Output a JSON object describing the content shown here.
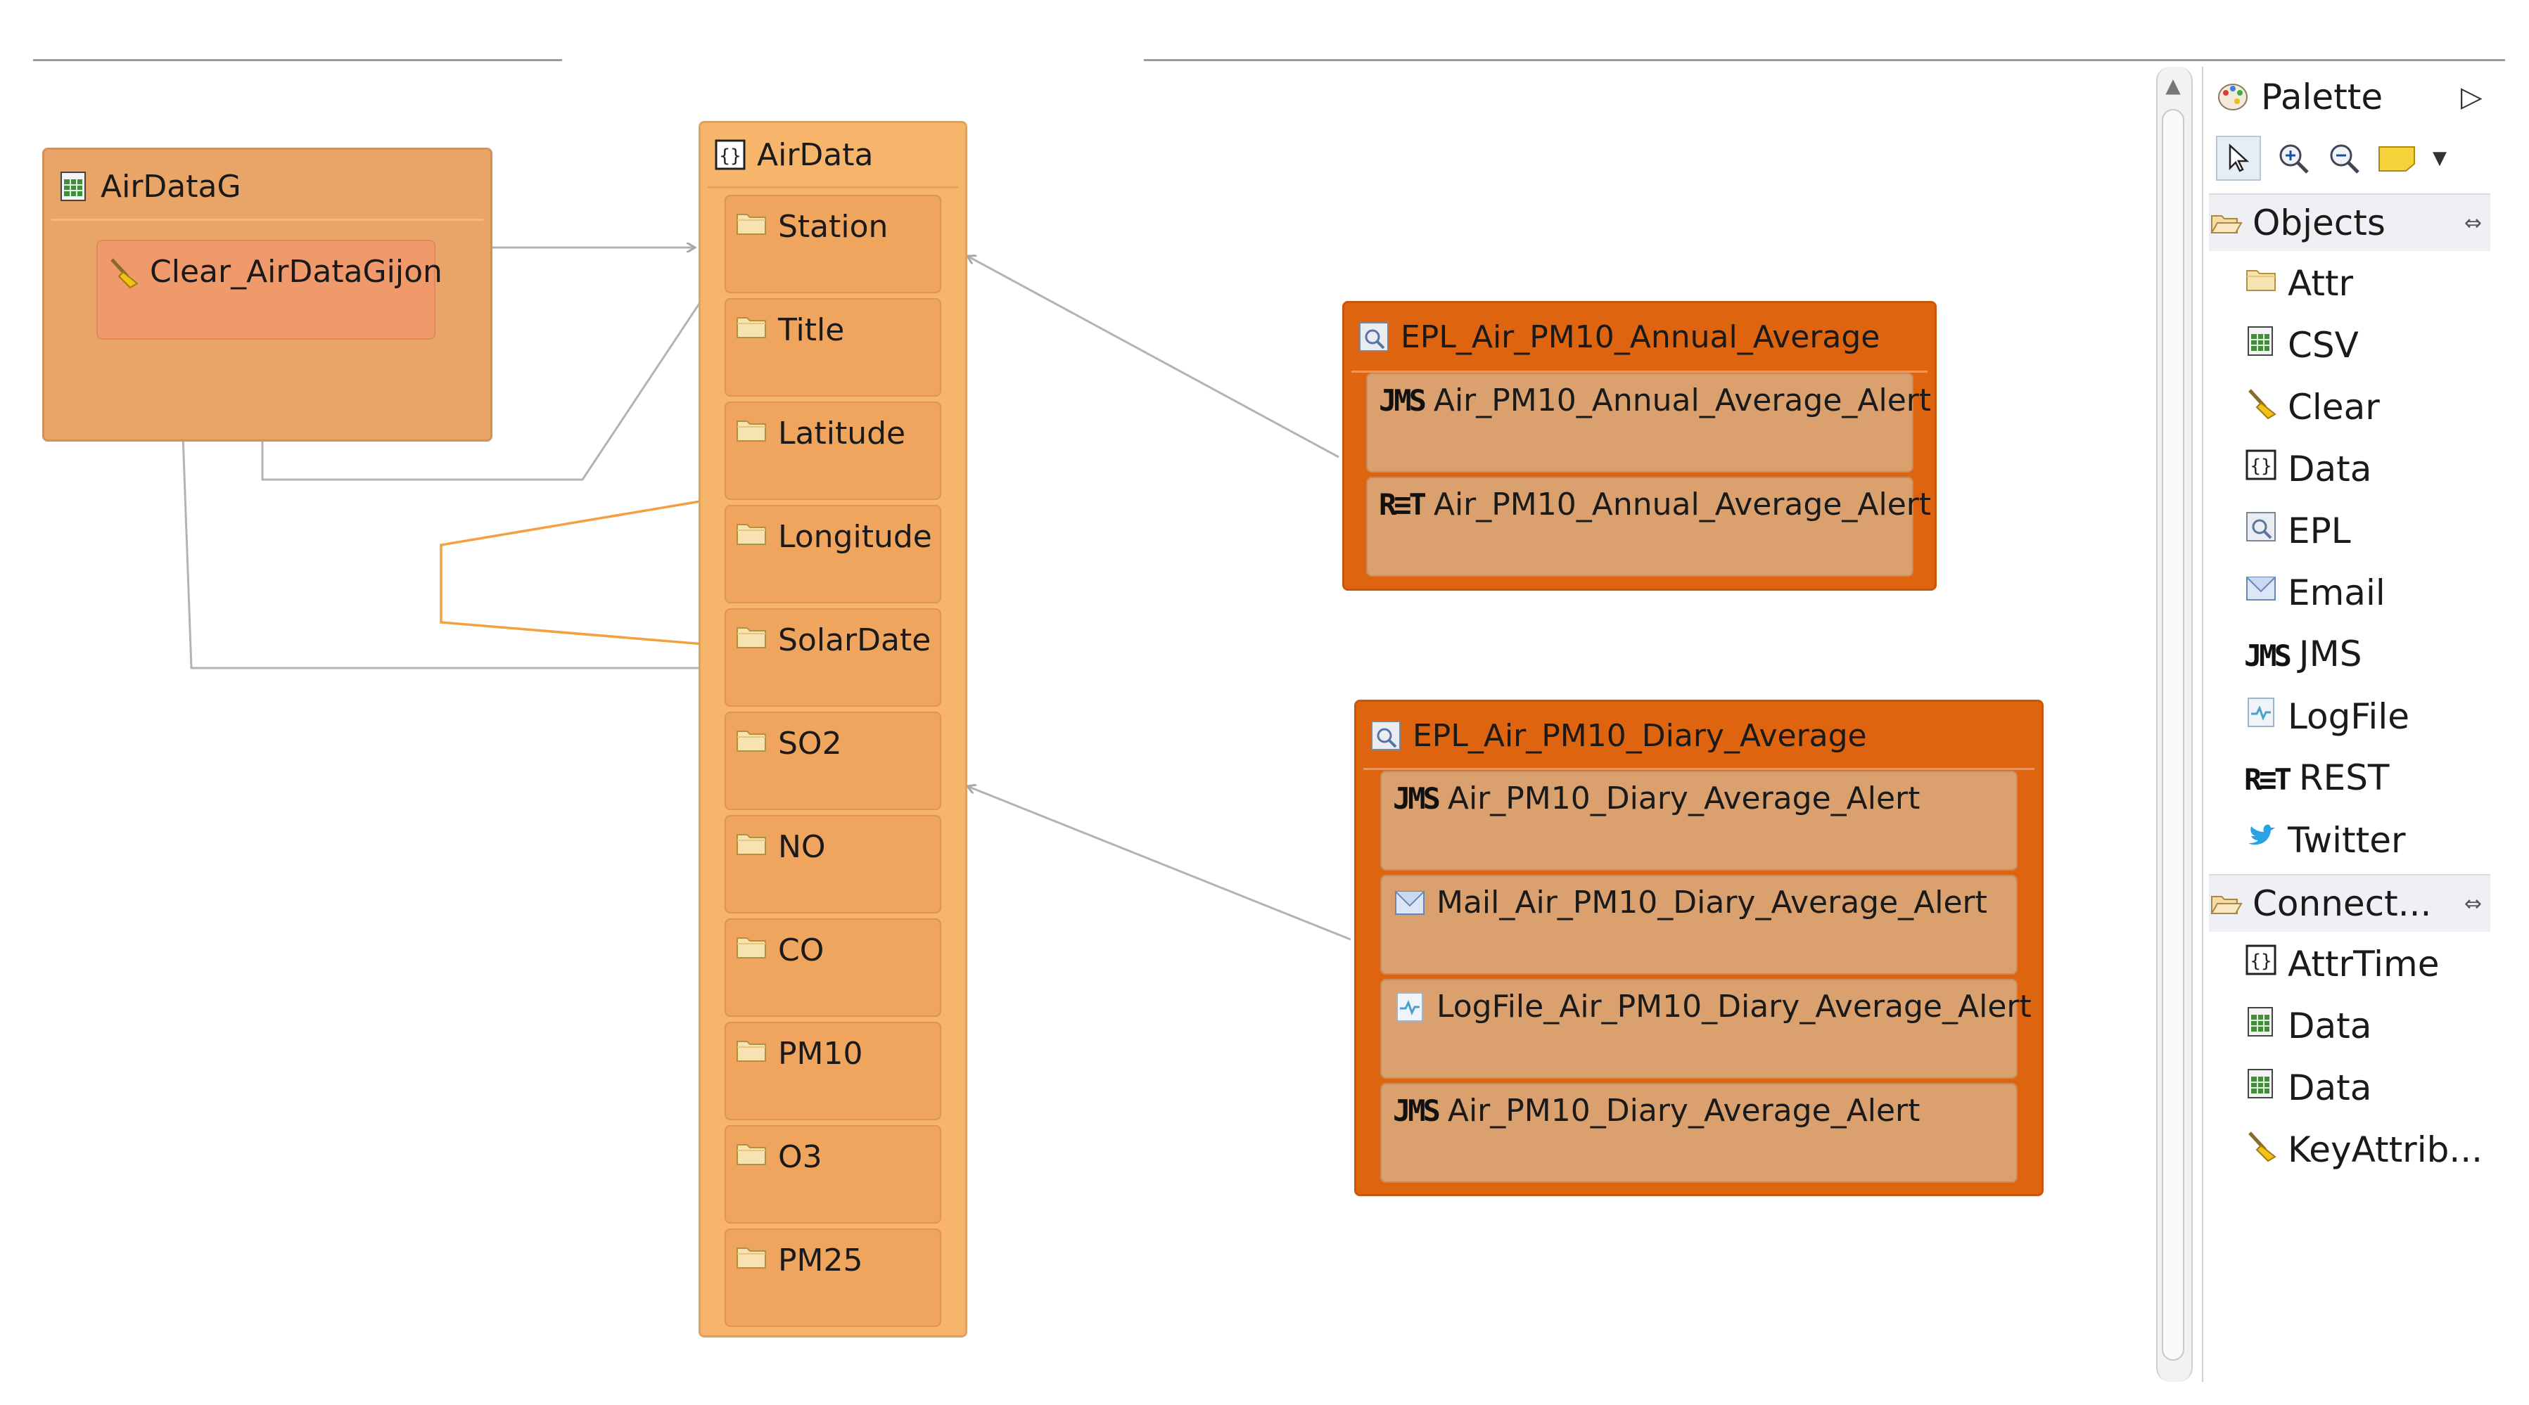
{
  "diagram": {
    "airdatag": {
      "title": "AirDataG",
      "child": "Clear_AirDataGijon"
    },
    "airdata": {
      "title": "AirData",
      "attributes": [
        "Station",
        "Title",
        "Latitude",
        "Longitude",
        "SolarDate",
        "SO2",
        "NO",
        "CO",
        "PM10",
        "O3",
        "PM25"
      ]
    },
    "epl_annual": {
      "title": "EPL_Air_PM10_Annual_Average",
      "alerts": [
        {
          "icon": "jms-icon",
          "label": "Air_PM10_Annual_Average_Alert"
        },
        {
          "icon": "rest-icon",
          "label": "Air_PM10_Annual_Average_Alert"
        }
      ]
    },
    "epl_diary": {
      "title": "EPL_Air_PM10_Diary_Average",
      "alerts": [
        {
          "icon": "jms-icon",
          "label": "Air_PM10_Diary_Average_Alert"
        },
        {
          "icon": "email-icon",
          "label": "Mail_Air_PM10_Diary_Average_Alert"
        },
        {
          "icon": "logfile-icon",
          "label": "LogFile_Air_PM10_Diary_Average_Alert"
        },
        {
          "icon": "jms-icon",
          "label": "Air_PM10_Diary_Average_Alert"
        }
      ]
    }
  },
  "palette": {
    "title": "Palette",
    "toolbar_icons": [
      "select-arrow-icon",
      "zoom-in-icon",
      "zoom-out-icon",
      "note-icon",
      "dropdown-arrow-icon"
    ],
    "objects": {
      "label": "Objects",
      "items": [
        {
          "icon": "folder-icon",
          "label": "Attr"
        },
        {
          "icon": "csv-icon",
          "label": "CSV"
        },
        {
          "icon": "broom-icon",
          "label": "Clear"
        },
        {
          "icon": "data-icon",
          "label": "Data"
        },
        {
          "icon": "epl-icon",
          "label": "EPL"
        },
        {
          "icon": "email-icon",
          "label": "Email"
        },
        {
          "icon": "jms-icon",
          "label": "JMS"
        },
        {
          "icon": "logfile-icon",
          "label": "LogFile"
        },
        {
          "icon": "rest-icon",
          "label": "REST"
        },
        {
          "icon": "twitter-icon",
          "label": "Twitter"
        }
      ]
    },
    "connections": {
      "label": "Connect...",
      "items": [
        {
          "icon": "data-icon",
          "label": "AttrTime"
        },
        {
          "icon": "csv-icon",
          "label": "Data"
        },
        {
          "icon": "csv-icon",
          "label": "Data"
        },
        {
          "icon": "broom-icon",
          "label": "KeyAttrib..."
        }
      ]
    }
  },
  "colors": {
    "airdatag_fill": "#e8a567",
    "airdata_fill": "#f6b56b",
    "attr_fill": "#f0a55e",
    "epl_frame": "#de6410",
    "alert_fill": "#daa06e",
    "clear_fill": "#f09a6c",
    "connector_grey": "#b3b3b3",
    "connector_orange": "#f5a040"
  }
}
